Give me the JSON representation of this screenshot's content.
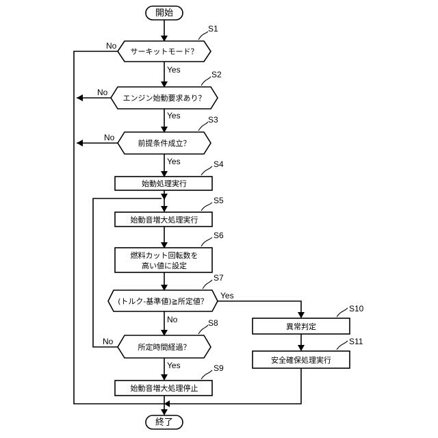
{
  "flow": {
    "start": "開始",
    "end": "終了",
    "steps": [
      {
        "id": "S1",
        "text": "サーキットモード？"
      },
      {
        "id": "S2",
        "text": "エンジン始動要求あり？"
      },
      {
        "id": "S3",
        "text": "前提条件成立？"
      },
      {
        "id": "S4",
        "text": "始動処理実行"
      },
      {
        "id": "S5",
        "text": "始動音増大処理実行"
      },
      {
        "id": "S6",
        "line1": "燃料カット回転数を",
        "line2": "高い値に設定"
      },
      {
        "id": "S7",
        "text": "(トルク-基準値)≧所定値？"
      },
      {
        "id": "S8",
        "text": "所定時間経過？"
      },
      {
        "id": "S9",
        "text": "始動音増大処理停止"
      },
      {
        "id": "S10",
        "text": "異常判定"
      },
      {
        "id": "S11",
        "text": "安全確保処理実行"
      }
    ],
    "labels": {
      "yes": "Yes",
      "no": "No"
    }
  }
}
